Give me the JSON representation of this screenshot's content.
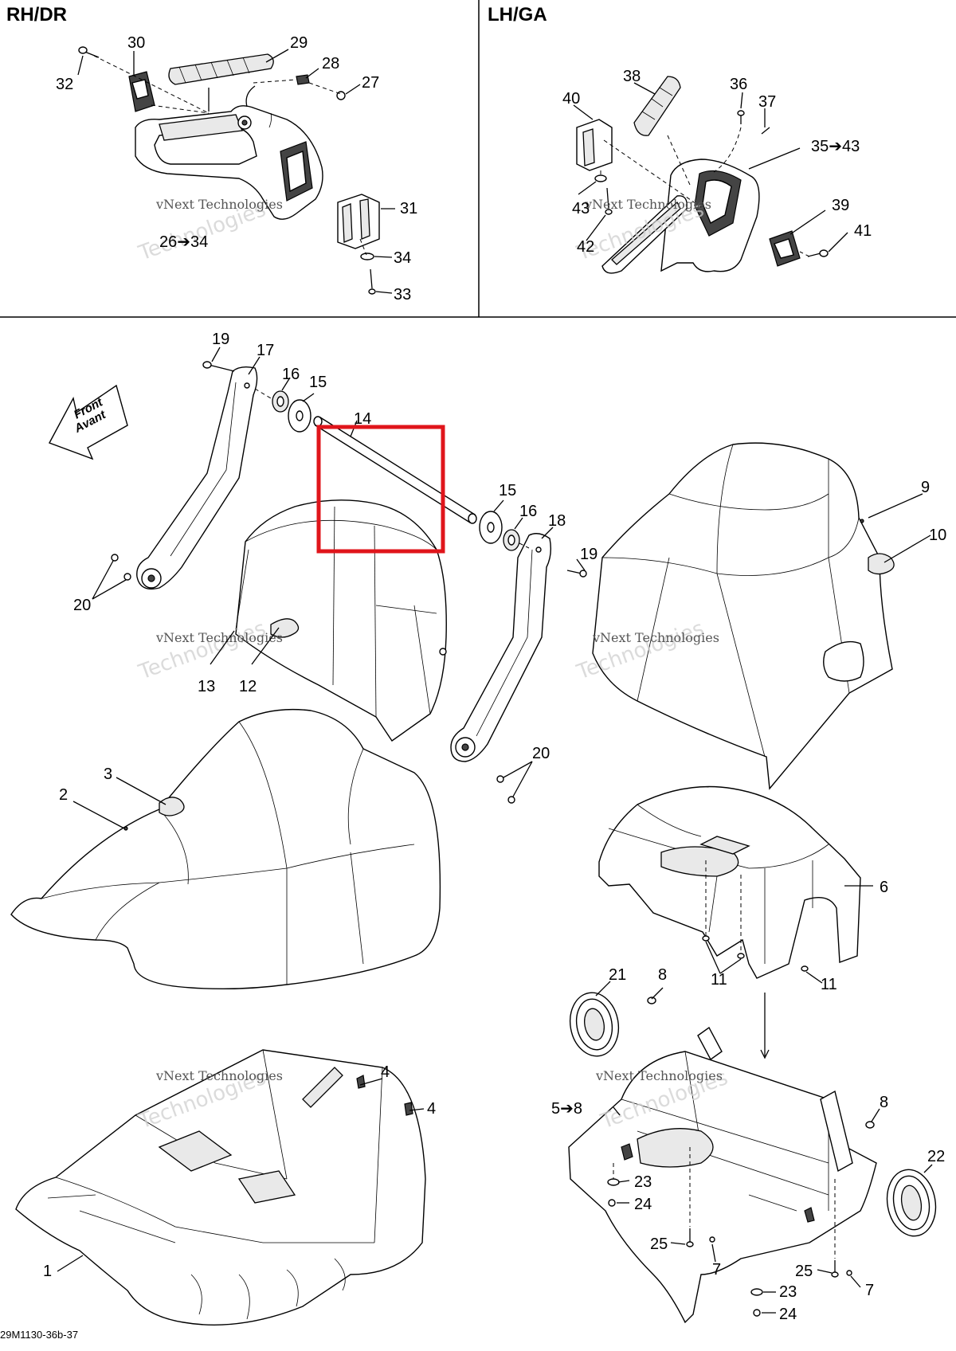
{
  "sections": {
    "right": "RH/DR",
    "left": "LH/GA"
  },
  "front_arrow": {
    "line1": "Front",
    "line2": "Avant"
  },
  "watermark": {
    "line1": "vNext Technologies",
    "line2": "Technologies"
  },
  "drawing_code": "29M1130-36b-37",
  "labels": {
    "l1": "1",
    "l2": "2",
    "l3": "3",
    "l4a": "4",
    "l4b": "4",
    "l5": "5➔8",
    "l6": "6",
    "l7a": "7",
    "l7b": "7",
    "l8a": "8",
    "l8b": "8",
    "l9": "9",
    "l10": "10",
    "l11a": "11",
    "l11b": "11",
    "l12": "12",
    "l13": "13",
    "l14": "14",
    "l15a": "15",
    "l15b": "15",
    "l16a": "16",
    "l16b": "16",
    "l17": "17",
    "l18": "18",
    "l19a": "19",
    "l19b": "19",
    "l20a": "20",
    "l20b": "20",
    "l21": "21",
    "l22": "22",
    "l23a": "23",
    "l23b": "23",
    "l24a": "24",
    "l24b": "24",
    "l25a": "25",
    "l25b": "25",
    "l26": "26➔34",
    "l27": "27",
    "l28": "28",
    "l29": "29",
    "l30": "30",
    "l31": "31",
    "l32": "32",
    "l33": "33",
    "l34": "34",
    "l35": "35➔43",
    "l36": "36",
    "l37": "37",
    "l38": "38",
    "l39": "39",
    "l40": "40",
    "l41": "41",
    "l42": "42",
    "l43a": "43"
  },
  "highlight_color": "#e0151b"
}
